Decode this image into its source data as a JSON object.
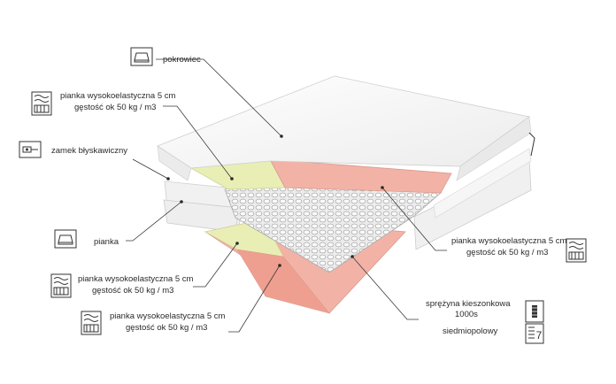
{
  "labels": {
    "pokrowiec": "pokrowiec",
    "top_foam_line1": "pianka wysokoelastyczna 5 cm",
    "top_foam_line2": "gęstość ok 50 kg / m3",
    "zipper": "zamek błyskawiczny",
    "pianka": "pianka",
    "mid_foam_line1": "pianka wysokoelastyczna 5 cm",
    "mid_foam_line2": "gęstość ok 50 kg / m3",
    "bottom_foam_line1": "pianka wysokoelastyczna 5 cm",
    "bottom_foam_line2": "gęstość ok 50 kg / m3",
    "right_foam_line1": "pianka wysokoelastyczna 5 cm",
    "right_foam_line2": "gęstość ok 50 kg / m3",
    "spring_line1": "sprężyna kieszonkowa",
    "spring_line2": "1000s",
    "zones": "siedmiopolowy",
    "zones_icon_number": "7"
  },
  "colors": {
    "cover": "#f4f4f4",
    "yellow_foam": "#e9efb4",
    "pink_foam": "#f2b3a6",
    "springs": "#e6e6e6"
  },
  "icons": [
    "mattress-icon",
    "foam-density-icon",
    "zipper-icon",
    "pocket-spring-icon",
    "seven-zone-icon"
  ]
}
